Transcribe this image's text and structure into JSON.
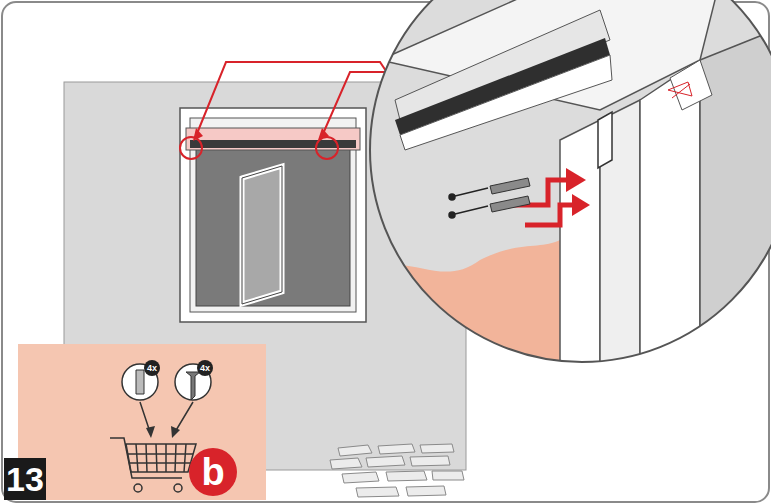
{
  "diagram": {
    "labels": [
      "13",
      "b",
      "4x",
      "4x"
    ]
  }
}
